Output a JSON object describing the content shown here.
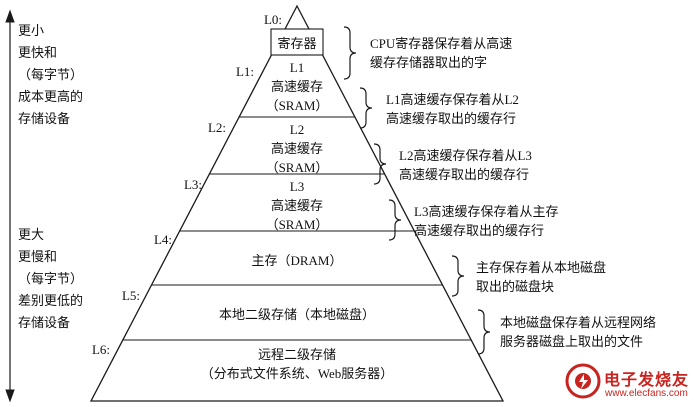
{
  "left_panel": {
    "top_label": "更小\n更快和\n（每字节）\n成本更高的\n存储设备",
    "bottom_label": "更大\n更慢和\n（每字节）\n差别更低的\n存储设备"
  },
  "pyramid": {
    "levels": [
      {
        "tag": "L0:",
        "text": "寄存器"
      },
      {
        "tag": "L1:",
        "text": "L1\n高速缓存\n（SRAM）"
      },
      {
        "tag": "L2:",
        "text": "L2\n高速缓存\n（SRAM）"
      },
      {
        "tag": "L3:",
        "text": "L3\n高速缓存\n（SRAM）"
      },
      {
        "tag": "L4:",
        "text": "主存（DRAM）"
      },
      {
        "tag": "L5:",
        "text": "本地二级存储（本地磁盘）"
      },
      {
        "tag": "L6:",
        "text": "远程二级存储\n（分布式文件系统、Web服务器）"
      }
    ]
  },
  "annotations": [
    {
      "text": "CPU寄存器保存着从高速\n缓存存储器取出的字"
    },
    {
      "text": "L1高速缓存保存着从L2\n高速缓存取出的缓存行"
    },
    {
      "text": "L2高速缓存保存着从L3\n高速缓存取出的缓存行"
    },
    {
      "text": "L3高速缓存保存着从主存\n高速缓存取出的缓存行"
    },
    {
      "text": "主存保存着从本地磁盘\n取出的磁盘块"
    },
    {
      "text": "本地磁盘保存着从远程网络\n服务器磁盘上取出的文件"
    }
  ],
  "watermark": {
    "brand": "电子发烧友",
    "url": "www.elecfans.com",
    "color": "#c8241f"
  },
  "colors": {
    "line": "#1a1a1a",
    "background": "#ffffff"
  }
}
